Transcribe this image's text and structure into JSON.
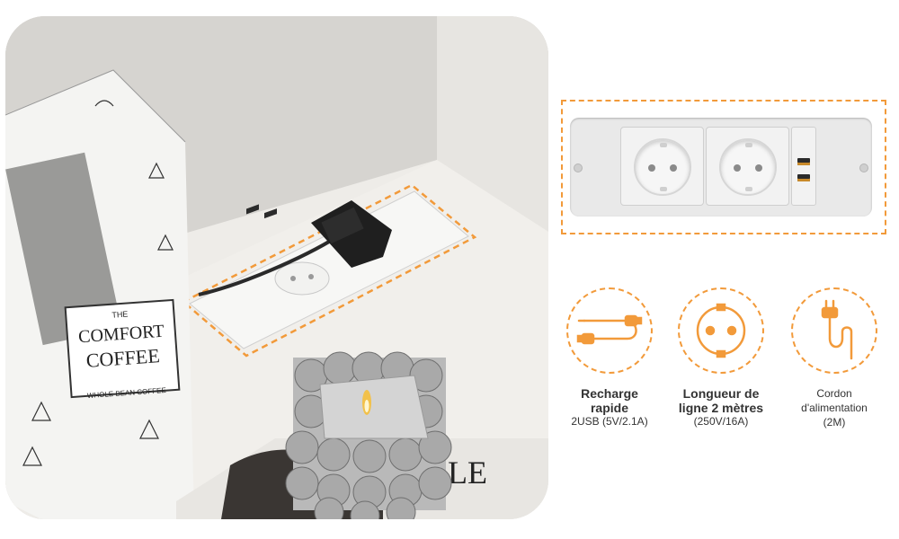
{
  "colors": {
    "accent": "#f29a3a",
    "text": "#333333"
  },
  "photo": {
    "bag_brand_top": "THE",
    "bag_brand_line1": "COMFORT",
    "bag_brand_line2": "COFFEE",
    "bag_caption": "WHOLE BEAN COFFEE"
  },
  "features": [
    {
      "icon": "usb-cable-icon",
      "title": "Recharge rapide",
      "subtitle": "2USB (5V/2.1A)"
    },
    {
      "icon": "plug-socket-icon",
      "title": "Longueur de ligne 2 mètres",
      "subtitle": "(250V/16A)"
    },
    {
      "icon": "power-cord-icon",
      "title": "",
      "subtitle": "Cordon d'alimentation (2M)"
    }
  ]
}
